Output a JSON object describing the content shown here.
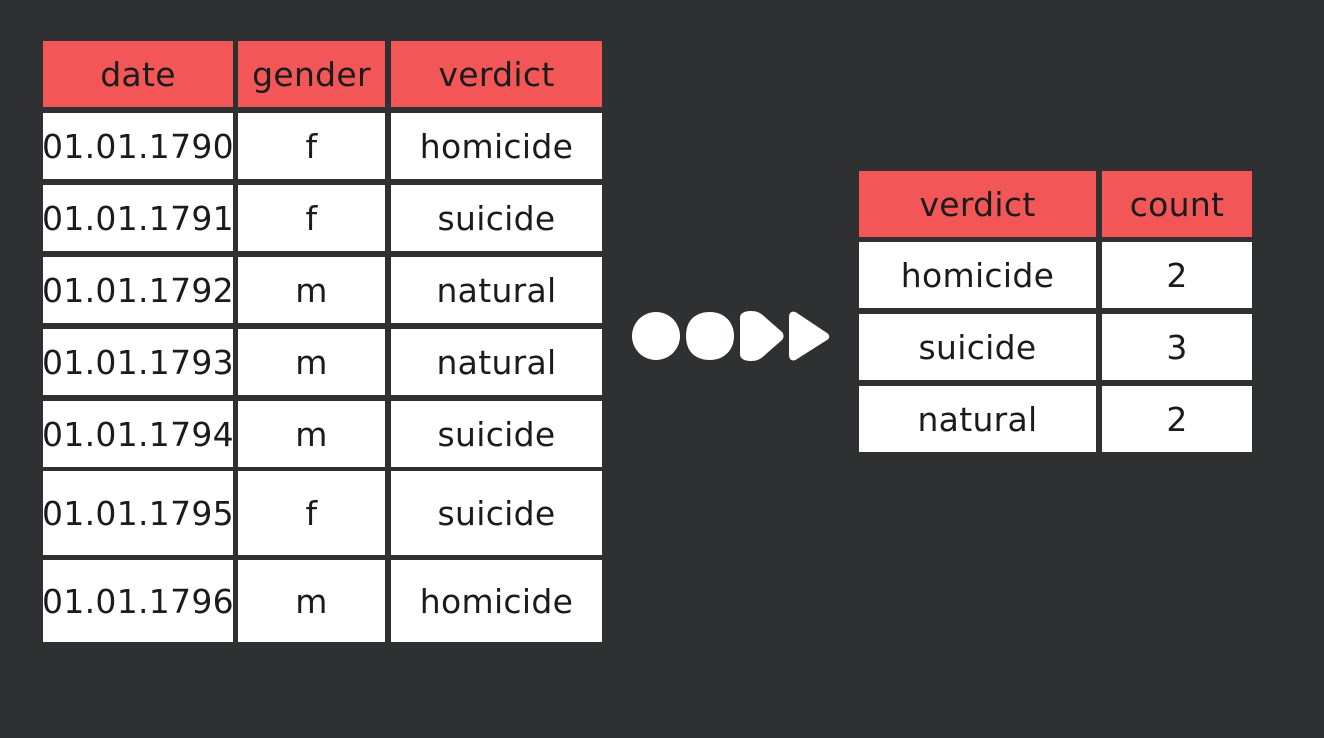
{
  "source_table": {
    "headers": [
      "date",
      "gender",
      "verdict"
    ],
    "rows": [
      [
        "01.01.1790",
        "f",
        "homicide"
      ],
      [
        "01.01.1791",
        "f",
        "suicide"
      ],
      [
        "01.01.1792",
        "m",
        "natural"
      ],
      [
        "01.01.1793",
        "m",
        "natural"
      ],
      [
        "01.01.1794",
        "m",
        "suicide"
      ],
      [
        "01.01.1795",
        "f",
        "suicide"
      ],
      [
        "01.01.1796",
        "m",
        "homicide"
      ]
    ]
  },
  "result_table": {
    "headers": [
      "verdict",
      "count"
    ],
    "rows": [
      [
        "homicide",
        "2"
      ],
      [
        "suicide",
        "3"
      ],
      [
        "natural",
        "2"
      ]
    ]
  },
  "colors": {
    "background": "#2f3032",
    "header": "#f35656",
    "cell": "#ffffff",
    "arrow": "#ffffff"
  },
  "arrow_icon": "transform-arrow-icon"
}
